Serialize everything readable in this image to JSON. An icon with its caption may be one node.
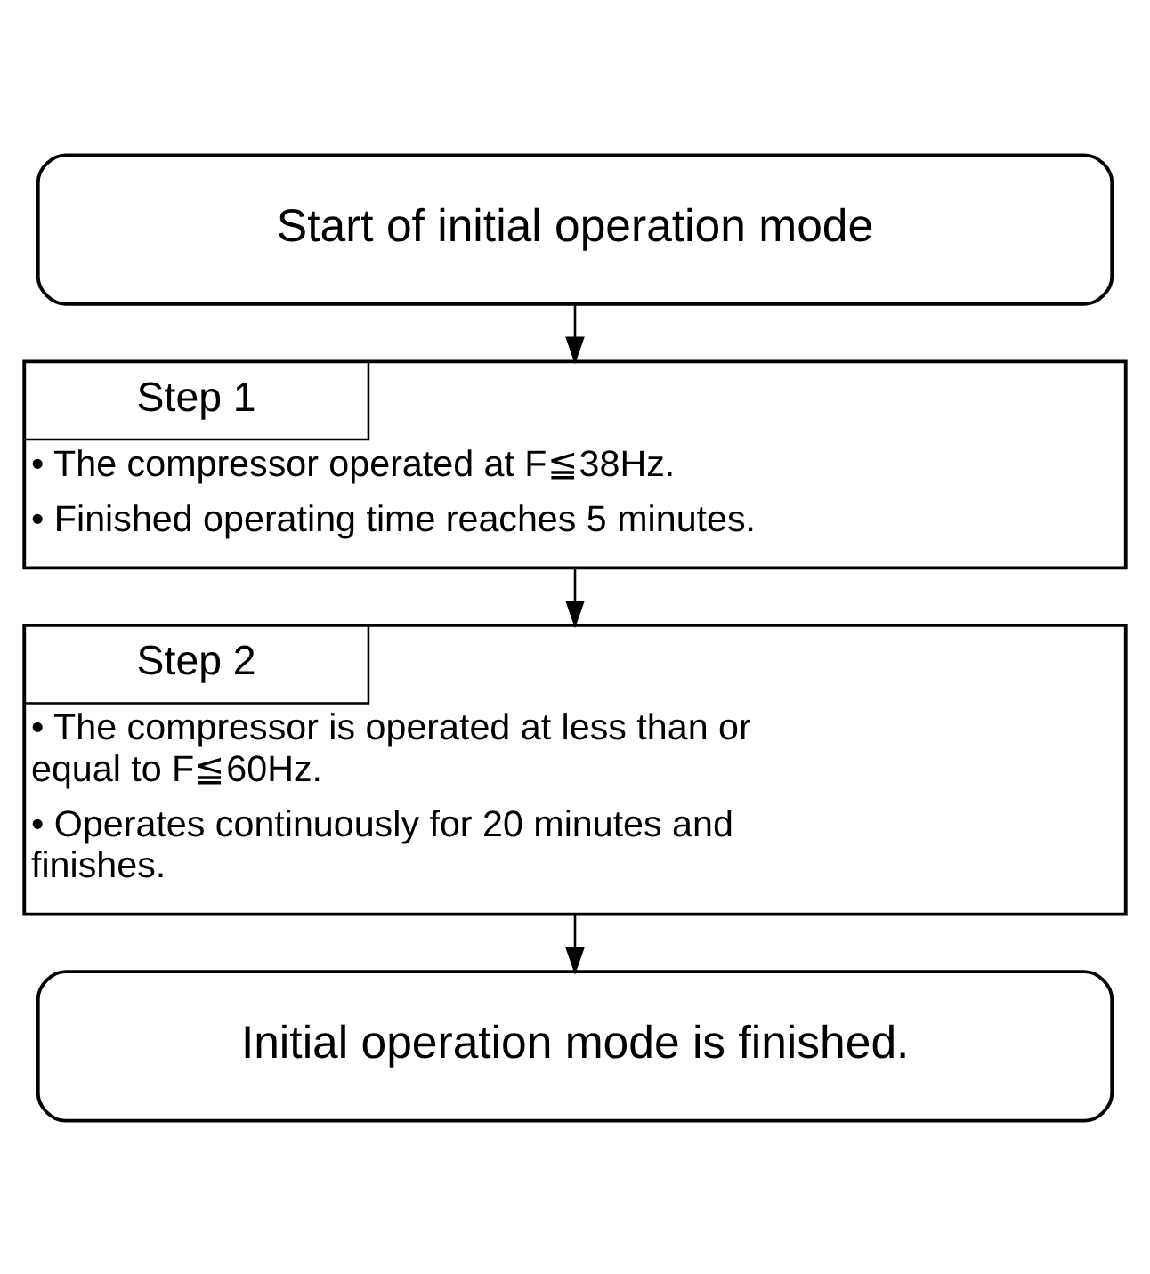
{
  "diagram": {
    "nodes": [
      {
        "text": [
          "Start of initial operation mode"
        ]
      },
      {
        "text": [
          "Step 1",
          "• The compressor operated at F≦38Hz.",
          "• Finished operating time reaches 5 minutes."
        ]
      },
      {
        "text": [
          "Step 2",
          "• The compressor is operated at less than or equal to F≦60Hz.",
          "• Operates continuously for 20 minutes and finishes."
        ]
      },
      {
        "text": [
          "Initial operation mode is finished."
        ]
      }
    ],
    "edges": [
      {
        "from": 0,
        "to": 1,
        "arrow": "to"
      },
      {
        "from": 1,
        "to": 2,
        "arrow": "to"
      },
      {
        "from": 2,
        "to": 3,
        "arrow": "to"
      }
    ]
  }
}
